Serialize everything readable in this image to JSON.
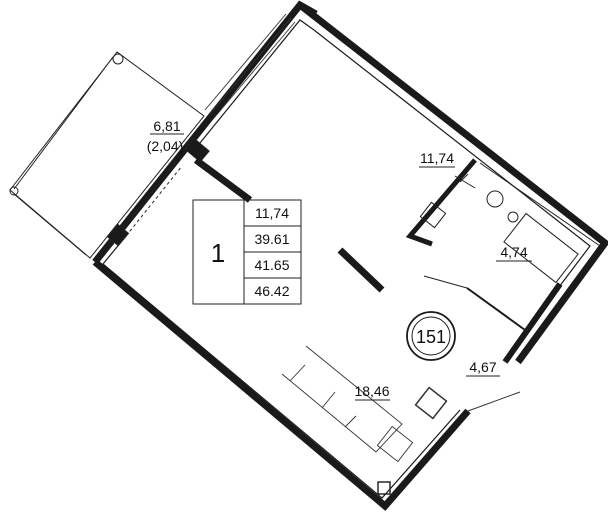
{
  "apartment": {
    "rooms_count": "1",
    "number": "151",
    "areas": [
      "11,74",
      "39.61",
      "41.65",
      "46.42"
    ]
  },
  "room_labels": {
    "balcony_area": "6,81",
    "balcony_reduced_area": "(2,04)",
    "kitchen_area": "11,74",
    "bathroom_area": "4,74",
    "hallway_area": "4,67",
    "living_room_area": "18,46"
  },
  "colors": {
    "wall": "#1a1a1a",
    "line": "#222222",
    "background": "#ffffff"
  }
}
